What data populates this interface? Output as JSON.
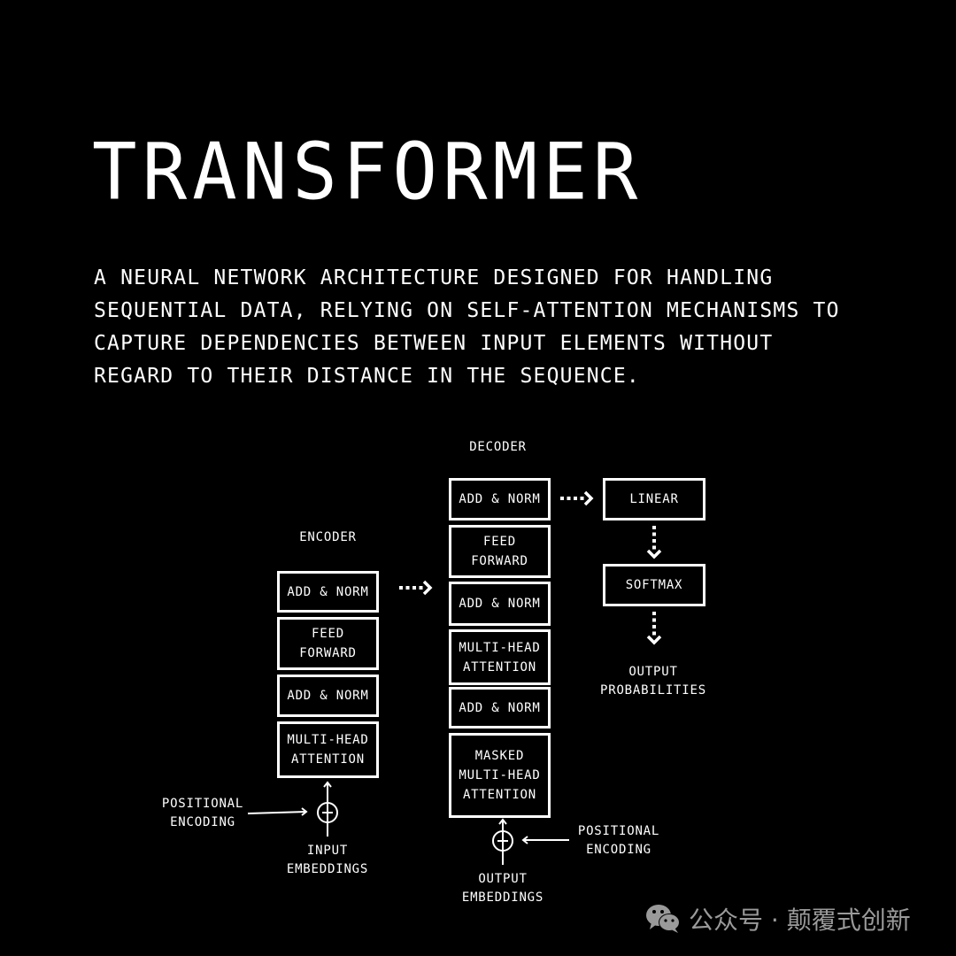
{
  "title": "TRANSFORMER",
  "description": "A NEURAL NETWORK ARCHITECTURE DESIGNED FOR HANDLING\nSEQUENTIAL DATA, RELYING ON SELF-ATTENTION MECHANISMS TO\nCAPTURE DEPENDENCIES BETWEEN INPUT ELEMENTS WITHOUT\nREGARD TO THEIR DISTANCE IN THE SEQUENCE.",
  "encoder": {
    "label": "ENCODER",
    "blocks": [
      "ADD & NORM",
      "FEED\nFORWARD",
      "ADD & NORM",
      "MULTI-HEAD\nATTENTION"
    ],
    "positional_encoding": "POSITIONAL\nENCODING",
    "input": "INPUT\nEMBEDDINGS"
  },
  "decoder": {
    "label": "DECODER",
    "blocks": [
      "ADD & NORM",
      "FEED\nFORWARD",
      "ADD & NORM",
      "MULTI-HEAD\nATTENTION",
      "ADD & NORM",
      "MASKED\nMULTI-HEAD\nATTENTION"
    ],
    "positional_encoding": "POSITIONAL\nENCODING",
    "input": "OUTPUT\nEMBEDDINGS"
  },
  "head": {
    "linear": "LINEAR",
    "softmax": "SOFTMAX",
    "output": "OUTPUT\nPROBABILITIES"
  },
  "watermark": {
    "icon": "wechat-icon",
    "text": "公众号 · 颠覆式创新"
  }
}
